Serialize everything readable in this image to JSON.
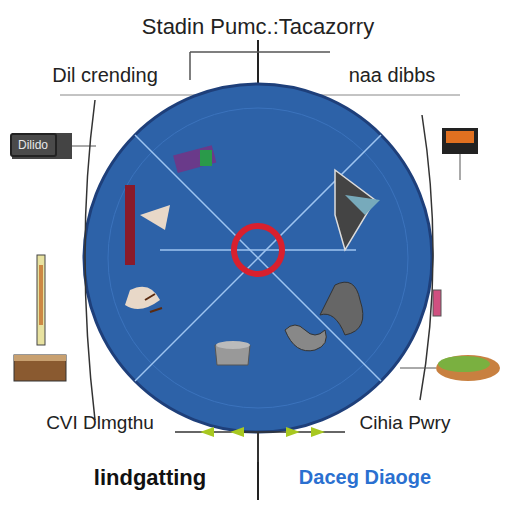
{
  "diagram": {
    "title": "Stadin Pumc.:Tacazorry",
    "caption": "lindgatting",
    "nodes": [
      {
        "text": [
          "Dilido"
        ]
      }
    ],
    "labels": [
      "Dil crending",
      "naa dibbs",
      "CVI Dlmgthu",
      "Cihia Pwry",
      "Daceg Diaoge"
    ]
  }
}
